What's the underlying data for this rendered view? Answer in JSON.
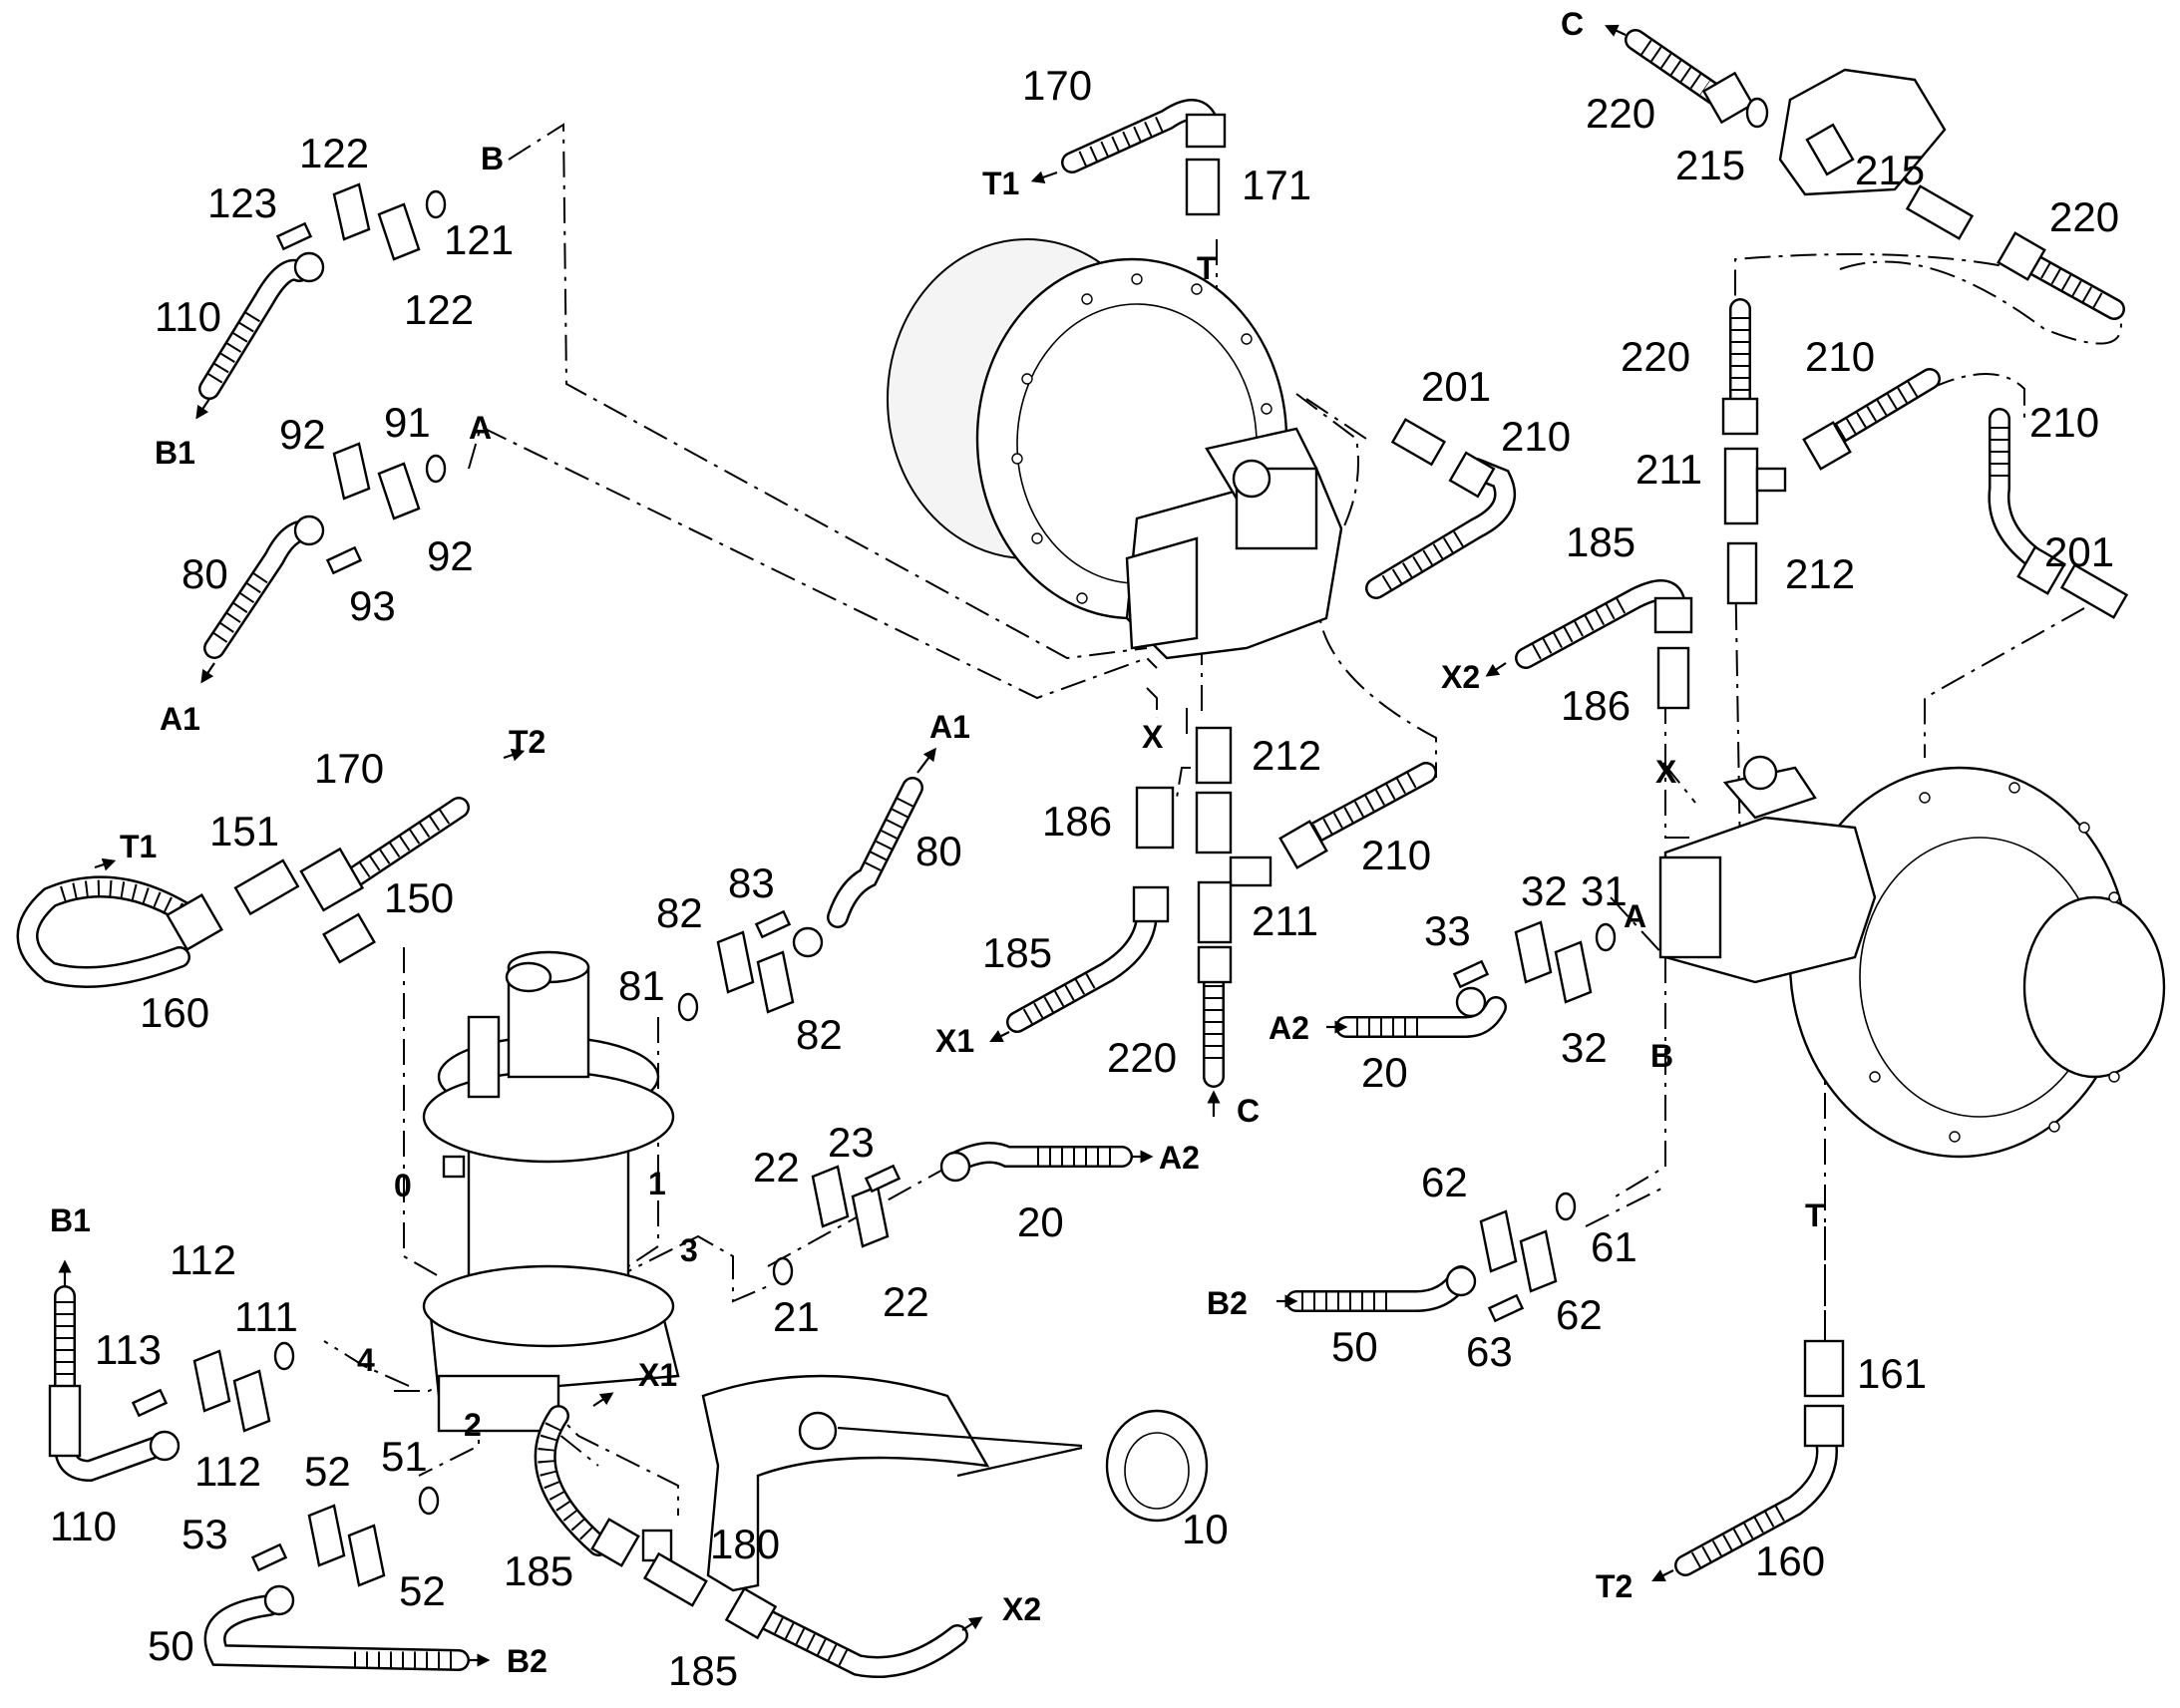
{
  "diagram": {
    "part_labels": {
      "p10": "10",
      "p20a": "20",
      "p20b": "20",
      "p21": "21",
      "p22a": "22",
      "p22b": "22",
      "p23": "23",
      "p31": "31",
      "p32a": "32",
      "p32b": "32",
      "p33": "33",
      "p50a": "50",
      "p50b": "50",
      "p51": "51",
      "p52a": "52",
      "p52b": "52",
      "p53": "53",
      "p61": "61",
      "p62a": "62",
      "p62b": "62",
      "p63": "63",
      "p80a": "80",
      "p80b": "80",
      "p81": "81",
      "p82a": "82",
      "p82b": "82",
      "p83": "83",
      "p91": "91",
      "p92a": "92",
      "p92b": "92",
      "p93": "93",
      "p110a": "110",
      "p110b": "110",
      "p111": "111",
      "p112a": "112",
      "p112b": "112",
      "p113": "113",
      "p121": "121",
      "p122a": "122",
      "p122b": "122",
      "p123": "123",
      "p150": "150",
      "p151": "151",
      "p160a": "160",
      "p160b": "160",
      "p161": "161",
      "p170a": "170",
      "p170b": "170",
      "p171": "171",
      "p180": "180",
      "p185a": "185",
      "p185b": "185",
      "p185c": "185",
      "p185d": "185",
      "p186a": "186",
      "p186b": "186",
      "p201a": "201",
      "p201b": "201",
      "p210a": "210",
      "p210b": "210",
      "p210c": "210",
      "p210d": "210",
      "p211a": "211",
      "p211b": "211",
      "p212a": "212",
      "p212b": "212",
      "p215a": "215",
      "p215b": "215",
      "p220a": "220",
      "p220b": "220",
      "p220c": "220",
      "p220d": "220"
    },
    "port_labels": {
      "A1_top": "A1",
      "A1_left": "A1",
      "A2_mid": "A2",
      "A2_right": "A2",
      "B1_top": "B1",
      "B1_left": "B1",
      "B2_bottom": "B2",
      "B2_right": "B2",
      "T1_top": "T1",
      "T1_left": "T1",
      "T2_top": "T2",
      "T2_bottom": "T2",
      "X1_mid": "X1",
      "X1_bottom": "X1",
      "X2_mid": "X2",
      "X2_bottom": "X2",
      "C_top": "C",
      "C_mid": "C"
    },
    "line_markers": {
      "A_left": "A",
      "B_left": "B",
      "A_right": "A",
      "B_right": "B",
      "T_top": "T",
      "T_right": "T",
      "X_mid": "X",
      "X_right": "X",
      "n0": "0",
      "n1": "1",
      "n2": "2",
      "n3": "3",
      "n4": "4"
    }
  }
}
